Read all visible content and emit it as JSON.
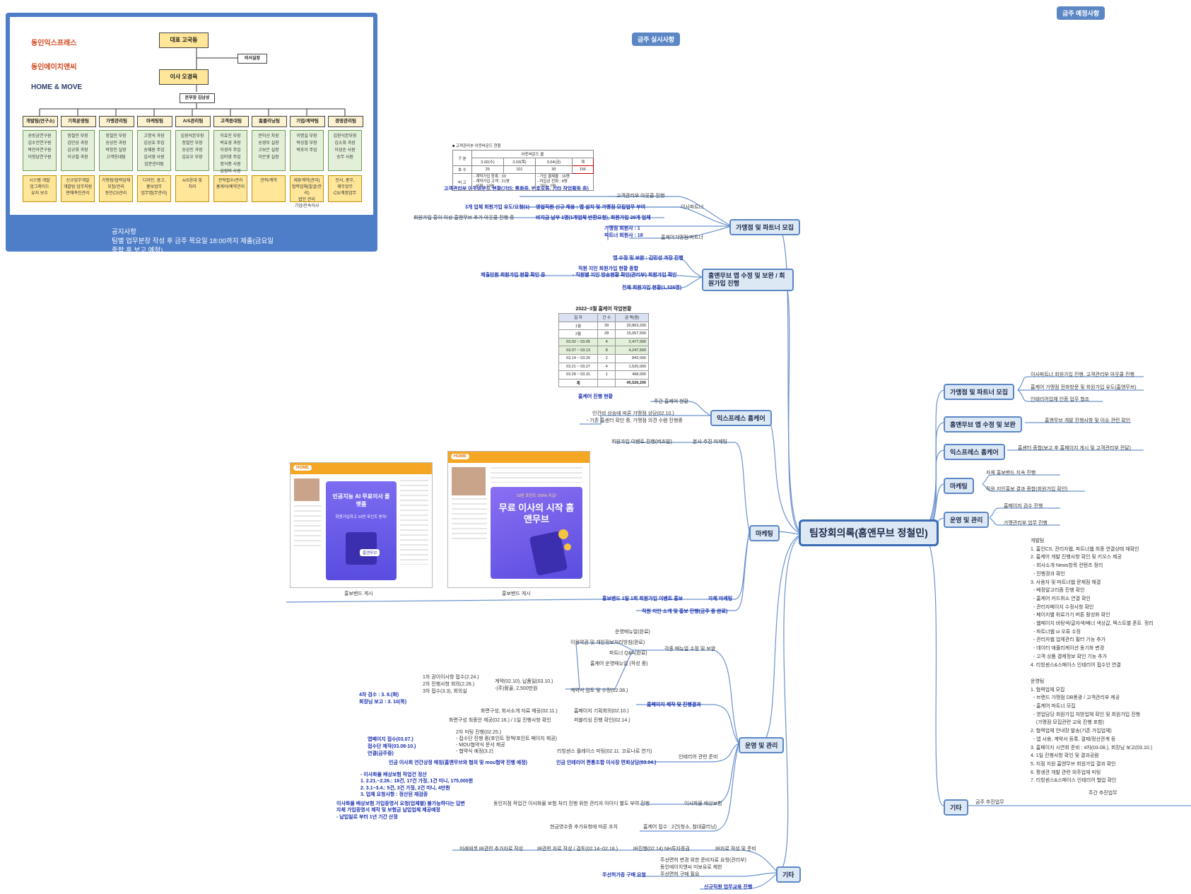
{
  "tags": {
    "this_week": "금주 실시사항",
    "next_week": "금주 예정사항"
  },
  "center": "팀장회의록(홈앤무브 정철민)",
  "org": {
    "logos": [
      "동인익스프레스",
      "동인에이치앤씨",
      "HOME & MOVE"
    ],
    "ceo": "대표 고국동",
    "secretary": "비서실장",
    "director": "이사 오경옥",
    "manager": "본부장 김남성",
    "depts": [
      "개발팀(연구소)",
      "기획운영팀",
      "가맹관리팀",
      "마케팅팀",
      "A/S관리팀",
      "고객응대팀",
      "홈클리닝팀",
      "기업/계약팀",
      "경영관리팀"
    ],
    "staff": [
      [
        "송방금연구원",
        "김수진연구원",
        "박진아연구원",
        "이향남연구원"
      ],
      [
        "정철민 부장",
        "김민상 과장",
        "김규희 과장",
        "이규철 과장"
      ],
      [
        "정철민 부장",
        "송상진 과장",
        "박창진 실장",
        "고객응대팀"
      ],
      [
        "고명석 과장",
        "김상호 주임",
        "송혜원 주임",
        "김서영 사원",
        "입문관리팀"
      ],
      [
        "김광석본부장",
        "정철민 부장",
        "송상진 과장",
        "김유오 부장"
      ],
      [
        "이효진 부장",
        "박효경 과장",
        "이경자 주임",
        "김미영 주임",
        "정식종 사원",
        "김영미 사원"
      ],
      [
        "문미선 차장",
        "송영모 실장",
        "고보은 실장",
        "이은영 실장"
      ],
      [
        "이명실 부장",
        "박상철 부장",
        "박초이 주임"
      ],
      [
        "김현식본부장",
        "김소희 과장",
        "이성순 사원",
        "송무 사원"
      ]
    ],
    "tasks": [
      [
        "시스템 개발",
        "업그레이드",
        "유지 보수"
      ],
      [
        "신규업무개발",
        "개발팀 업무지원",
        "판매촉진관리"
      ],
      [
        "가맹점/협력업체",
        "모집/관리",
        "동인CS관리"
      ],
      [
        "디자인, 광고,",
        "홍보업무",
        "업무앱(무관리)"
      ],
      [
        "A/S응대 및",
        "처리"
      ],
      [
        "견적접수/관리",
        "홈케어/예약관리"
      ],
      [
        "견적/계약"
      ],
      [
        "제휴계약(관리)",
        "협력업체(발굴/관리)",
        "법인 관리",
        "기업/전속이사"
      ],
      [
        "인사, 총무,",
        "재무업무",
        "CS/계정업무"
      ]
    ],
    "notice": [
      "공지사항",
      "팀별 업무분장 작성 후 금주 목요일 18:00까지 제출(금요일",
      "종합 후 보고 예정)"
    ]
  },
  "mini_table": {
    "title": "■ 고객관리부 아웃바운드 현황",
    "header": [
      "구 분",
      "아웃바운드 콜"
    ],
    "subheader": [
      "",
      "3.02(수)",
      "3.03(목)",
      "3.04(금)",
      "계"
    ],
    "row": [
      "호 수",
      "25",
      "101",
      "30",
      "156"
    ],
    "note_label": "비 고",
    "notes": [
      "- 계약가입 등록 : 33",
      "- 계약가입 고객 : 21명",
      "- 부재 : 10명",
      "- 가입 결제율 : 16명",
      "- 미입금 전화 : 8명",
      "- 기타 : 7명"
    ]
  },
  "left_tree": [
    {
      "text": "고객관리부 아웃바운드 현황(기타: 통화중, 번호오류, 기타 작업활동 중)",
      "style": "tb"
    },
    {
      "text": "고객관리부 아웃콜 진행",
      "style": "t"
    },
    {
      "text": "3개 업체 회원가입 유도/요청(1)",
      "style": "tb"
    },
    {
      "text": "영업직원 신규 채용 : 앱 설치 및 가맹점 모집업무 부여",
      "style": "tb"
    },
    {
      "text": "이사파트너",
      "style": "t"
    },
    {
      "text": "회원가입 홍이 이상 홈앤무브 추가 아웃콜 진행 중",
      "style": "t"
    },
    {
      "text": "비지금 납부 1명(1개업체 반환요청), 회원가입 28개 업체",
      "style": "tb"
    },
    {
      "text": "가맹점 회원사 : 1",
      "style": "tb"
    },
    {
      "text": "파트너 회원사 : 18",
      "style": "tb"
    },
    {
      "text": "홈케어가맹점/파트너",
      "style": "t"
    },
    {
      "text": "앱 수정 및 보완 : 김민성 과장 진행",
      "style": "tb"
    },
    {
      "text": "직원 지인 회원가입 현황 종합",
      "style": "tb"
    },
    {
      "text": "- 직원별 지인 방송현황 확인(관리부) 회원가입 확인",
      "style": "tb"
    },
    {
      "text": "제출인원 회원가입 현황 확인 중",
      "style": "tb"
    },
    {
      "text": "전체 회원가입 현황(1,326명)",
      "style": "tb"
    },
    {
      "text": "홈케어 진행 현황",
      "style": "tb"
    },
    {
      "text": "주간 홈케어 현황",
      "style": "t"
    },
    {
      "text": "인건비 상승에 따른 가맹점 상담(02.10.)",
      "style": "t"
    },
    {
      "text": "- 기존 홈센터 확인 중, 가맹점 의견 수렴 진행중",
      "style": "t"
    },
    {
      "text": "회원가입 이벤트 진행(버즈빌)",
      "style": "t"
    },
    {
      "text": "본사 추진 마케팅",
      "style": "t"
    },
    {
      "text": "홍보밴드 게시",
      "style": "t"
    },
    {
      "text": "홍보밴드 게시",
      "style": "t"
    },
    {
      "text": "홍보밴드 1일 1회 회원가입 이벤트 홍보",
      "style": "tb"
    },
    {
      "text": "자체 마케팅",
      "style": "tb"
    },
    {
      "text": "직원 지인 소개 및 홍보 진행(금주 중 완료)",
      "style": "tb"
    },
    {
      "text": "운영매뉴얼(완료)",
      "style": "t"
    },
    {
      "text": "이용약관 및 개인정보처리방침(완료)",
      "style": "t"
    },
    {
      "text": "파트너 Q&A(완료)",
      "style": "t"
    },
    {
      "text": "홈케어 운영매뉴얼 (작성 중)",
      "style": "t"
    },
    {
      "text": "각종 매뉴얼 수정 및 보완",
      "style": "t"
    },
    {
      "text": "1차 권이이사항 접수(2.24.)",
      "style": "t"
    },
    {
      "text": "2차 진행사항 회의(2.28.)",
      "style": "t"
    },
    {
      "text": "3차 접수(3.3), 회의실",
      "style": "t"
    },
    {
      "text": "계약(02.10), 납품일(03.10.)",
      "style": "t"
    },
    {
      "text": "-(주)활꼴, 2,500만원",
      "style": "t"
    },
    {
      "text": "계약서 검토 및 수정(02.08.)",
      "style": "t"
    },
    {
      "text": "4차 검수 : 3. 8.(화)",
      "style": "tb"
    },
    {
      "text": "회장님 보고 : 3. 10(목)",
      "style": "tb"
    },
    {
      "text": "홈페이지 제작 및 진행결과",
      "style": "tb"
    },
    {
      "text": "화면구성, 회사소개 자료 제공(02.11.)",
      "style": "t"
    },
    {
      "text": "홈페이지 기획회의(02.10.)",
      "style": "t"
    },
    {
      "text": "화면구성 최종안 제공(02.16.) / 1일 진행사항 확인",
      "style": "t"
    },
    {
      "text": "퍼블리싱 진행 확인(02.14.)",
      "style": "t"
    },
    {
      "text": "2차 미팅 진행(02.25.)",
      "style": "t"
    },
    {
      "text": "- 접수단 진행 중(포인트 정책/포인트 페이지 제공)",
      "style": "t"
    },
    {
      "text": "- MOU협약식 문서 제공",
      "style": "t"
    },
    {
      "text": "- 협약식 예정(3.2)",
      "style": "t"
    },
    {
      "text": "앱페이지 접수(03.07.)",
      "style": "tb"
    },
    {
      "text": "접수단 제작(03.08-10.)",
      "style": "tb"
    },
    {
      "text": "연결(금주중)",
      "style": "tb"
    },
    {
      "text": "리빙센스 플레이스 미팅(02.11. 코로나로 연기)",
      "style": "t"
    },
    {
      "text": "인테리어 관련 준비",
      "style": "t"
    },
    {
      "text": "인금 이사회 연간상정 매칭(홈앤무브와 협의 및 mou협약 진행 예정)",
      "style": "tb"
    },
    {
      "text": "인금 인테리어 편통조합 이사장 면회상담(03.04.)",
      "style": "tb"
    },
    {
      "text": "- 이사화물 배상보험 작업건 정산",
      "style": "tb"
    },
    {
      "text": "1. 2.21.~2.26.: 18건, 17건 가정, 1건 미니, 175,000원",
      "style": "tb"
    },
    {
      "text": "2. 3.1~3.4.: 5건, 3건 가정, 2건 미니, 4만원",
      "style": "tb"
    },
    {
      "text": "3. 업체 요청사항 : 정산된 재검증",
      "style": "tb"
    },
    {
      "text": "이사화물 배상보험 가입증명서 요청(업체별) 불가능하다는 답변",
      "style": "tb"
    },
    {
      "text": "자체 가입증명서 제작 및 보험금 납입업체 제공예정",
      "style": "tb"
    },
    {
      "text": "- 납입일로 부터 1년 기간 산정",
      "style": "tb"
    },
    {
      "text": "동인지점 작업건 이사화물 보험 처리 진행 위한 관리자 아이디 별도 부여 진행",
      "style": "t"
    },
    {
      "text": "이사화물 배상보험",
      "style": "t"
    },
    {
      "text": "현금영수증 추가요청에 따른 조치",
      "style": "t"
    },
    {
      "text": "홈케어 접수 : 2건(청소, 침대클리닝)",
      "style": "t"
    },
    {
      "text": "미래에셋 IR관련 추가자료 작성",
      "style": "t"
    },
    {
      "text": "IR관련 자료 작성 / 검토(02.14~02.18.)",
      "style": "t"
    },
    {
      "text": "IR진행(02.14) NH투자증권",
      "style": "t"
    },
    {
      "text": "IR자료 작성 및 준비",
      "style": "t"
    },
    {
      "text": "주선면허 변경 위한 준비자료 요청(관리부)",
      "style": "t"
    },
    {
      "text": "동인에이치앤씨 미보유로 제한",
      "style": "t"
    },
    {
      "text": "주선면허 구매 필요",
      "style": "t"
    },
    {
      "text": "주선허가증 구매 요청",
      "style": "tb"
    },
    {
      "text": "신규직원 업무교육 진행",
      "style": "tb"
    }
  ],
  "left_branches": [
    "가맹점 및 파트너 모집",
    "홈앤무브 앱 수정 및 보완 / 회원가입 진행",
    "익스프레스 홈케어",
    "마케팅",
    "운영 및 관리",
    "기타"
  ],
  "right_branches": [
    {
      "label": "가맹점 및 파트너 모집",
      "items": [
        "이사파트너 회원가입 진행, 고객관리부 아웃콜 진행",
        "홈케어 가맹점 전화방문 및 회원가입 유도(홈앤무브)",
        "인테리어업체 인증 업무 협조"
      ]
    },
    {
      "label": "홈앤무브 앱 수정 및 보완",
      "items": [
        "홈앤무브 개발 진행사항 및 이슈 관련 확인"
      ]
    },
    {
      "label": "익스프레스 홈케어",
      "items": [
        "홈센터 종합(보고 후 홈페이지 게시 및 고객관리부 전달)"
      ]
    },
    {
      "label": "마케팅",
      "items": [
        "자체 홍보밴드 지속 진행",
        "직원 지인홍보 결과 종합(회원가입 확인)"
      ]
    },
    {
      "label": "운영 및 관리",
      "items": [
        "홈페이지 검수 진행",
        "가맹관리부 업무 진행"
      ]
    },
    {
      "label": "기타",
      "items": [
        "금주 추진업무"
      ]
    }
  ],
  "right_extra": "주간 추진업무",
  "work_table": {
    "title": "2022~3월 홈케어 작업현황",
    "header": [
      "일 자",
      "건 수",
      "금 액(원)"
    ],
    "rows": [
      [
        "1월",
        "39",
        "20,863,200"
      ],
      [
        "2월",
        "28",
        "15,057,500"
      ],
      [
        "03.02 ~ 03.05",
        "4",
        "2,477,000"
      ],
      [
        "03.07 ~ 03.13",
        "8",
        "4,247,500"
      ],
      [
        "03.14 ~ 03.20",
        "2",
        "842,000"
      ],
      [
        "03.21 ~ 03.27",
        "4",
        "1,520,000"
      ],
      [
        "03.28 ~ 03.31",
        "1",
        "498,000"
      ],
      [
        "계",
        "",
        "45,526,200"
      ]
    ]
  },
  "phones": [
    {
      "caption": "홍보밴드 게시",
      "brand": "HOME",
      "card_title": "인공지능 AI 무료이사 플랫폼",
      "card_sub": "회원가입하고 10만 포인트 받자!",
      "btn": "홈앤무브"
    },
    {
      "caption": "홍보밴드 게시",
      "brand": "HOME",
      "card_title": "무료 이사의 시작 홈앤무브",
      "card_sub": "10만 포인트 100% 지급!",
      "btn": ""
    }
  ],
  "notes": "개발팀\n1. 홈인CS, 관리자웹, 파트너웹 최종 연결상태 재확인\n2. 홈케어 개발 진행사항 확인 및 키오스 제공\n  - 회사소개 News항목 컨텐츠 정리\n  - 진행경과 확인\n3. 사용자 및 파트너웹 문제점 해결\n  - 배정알고리즘 진행 확인\n  - 홈케어 카드취소 연결 확인\n  - 관리자페이지 수정사항 확인\n  - 페이지별 뒤로가기 버튼 활성화 확인\n  - 웹페이지 바탕색/글자색/배너 색상값, 텍스트별 폰트  정리\n  - 파트너웹 ui 오류 수정\n  - 관리자웹 업체관리 필터 기능 추가\n  - 데이터 애플리케이션 동기화 변경\n  - 고객 상품 결제정보 확인 기능 추가\n4. 리빙센스&스페이스 인테리어 접수안 연결\n\n운영팀\n1. 협력업체 모집\n  - 브랜드 가맹점 DB풍광 / 고객관리부 제공\n  - 홈케어 파트너 모집\n  - 영업담당 회원가입 처방업체 확인 및 회원가입 진행\n    (가맹점 모집관련 교육 진행 포함)\n2. 협력업체 안내장 발송(기존 가입업체)\n  - 앱 사용, 계약서 등록, 결제/정산관계 등\n3. 홈페이지 시연회 준비 : 4차(03.08.), 회장님 보고(03.10.)\n4. 1일 진행사항 확인 및 결과공람\n5. 지점 지원 홈앤무브 회원가입 결과 확인\n6. 평생관 개발 관련 외주업체 미팅\n7. 리빙센스&스페이스 인테리어 협업 확인"
}
